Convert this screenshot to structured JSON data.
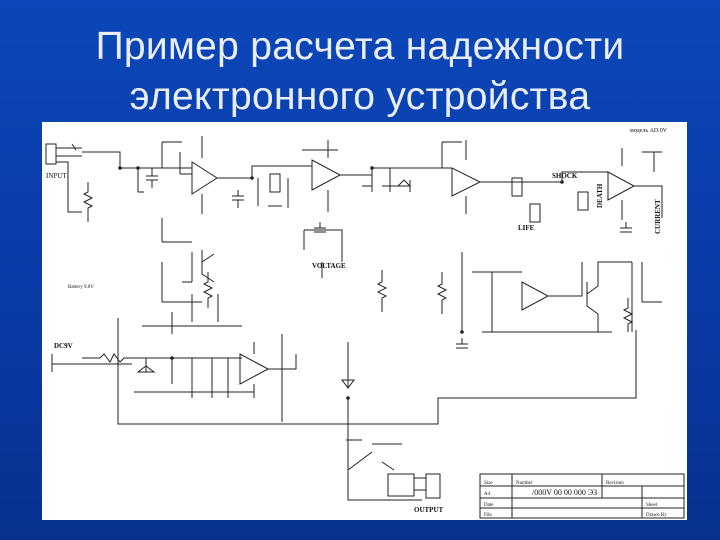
{
  "slide": {
    "title_line1": "Пример расчета надежности",
    "title_line2": "электронного устройства"
  },
  "schematic": {
    "model_label": "модель AD.0V",
    "input_label": "INPUT",
    "battery_label": "Battery 9.0V",
    "dc_label": "DC9V",
    "shock_label": "SHOCK",
    "life_label": "LIFE",
    "death_label": "DEATH",
    "voltage_label": "VOLTAGE",
    "current_label": "CURRENT",
    "output_label": "OUTPUT",
    "titleblock": {
      "size_label": "Size",
      "size_value": "A4",
      "number_label": "Number",
      "number_value": "/000V 00 00 000 Э3",
      "revision_label": "Revision",
      "date_label": "Date",
      "file_label": "File",
      "sheet_label": "Sheet",
      "drawn_label": "Drawn By"
    }
  }
}
